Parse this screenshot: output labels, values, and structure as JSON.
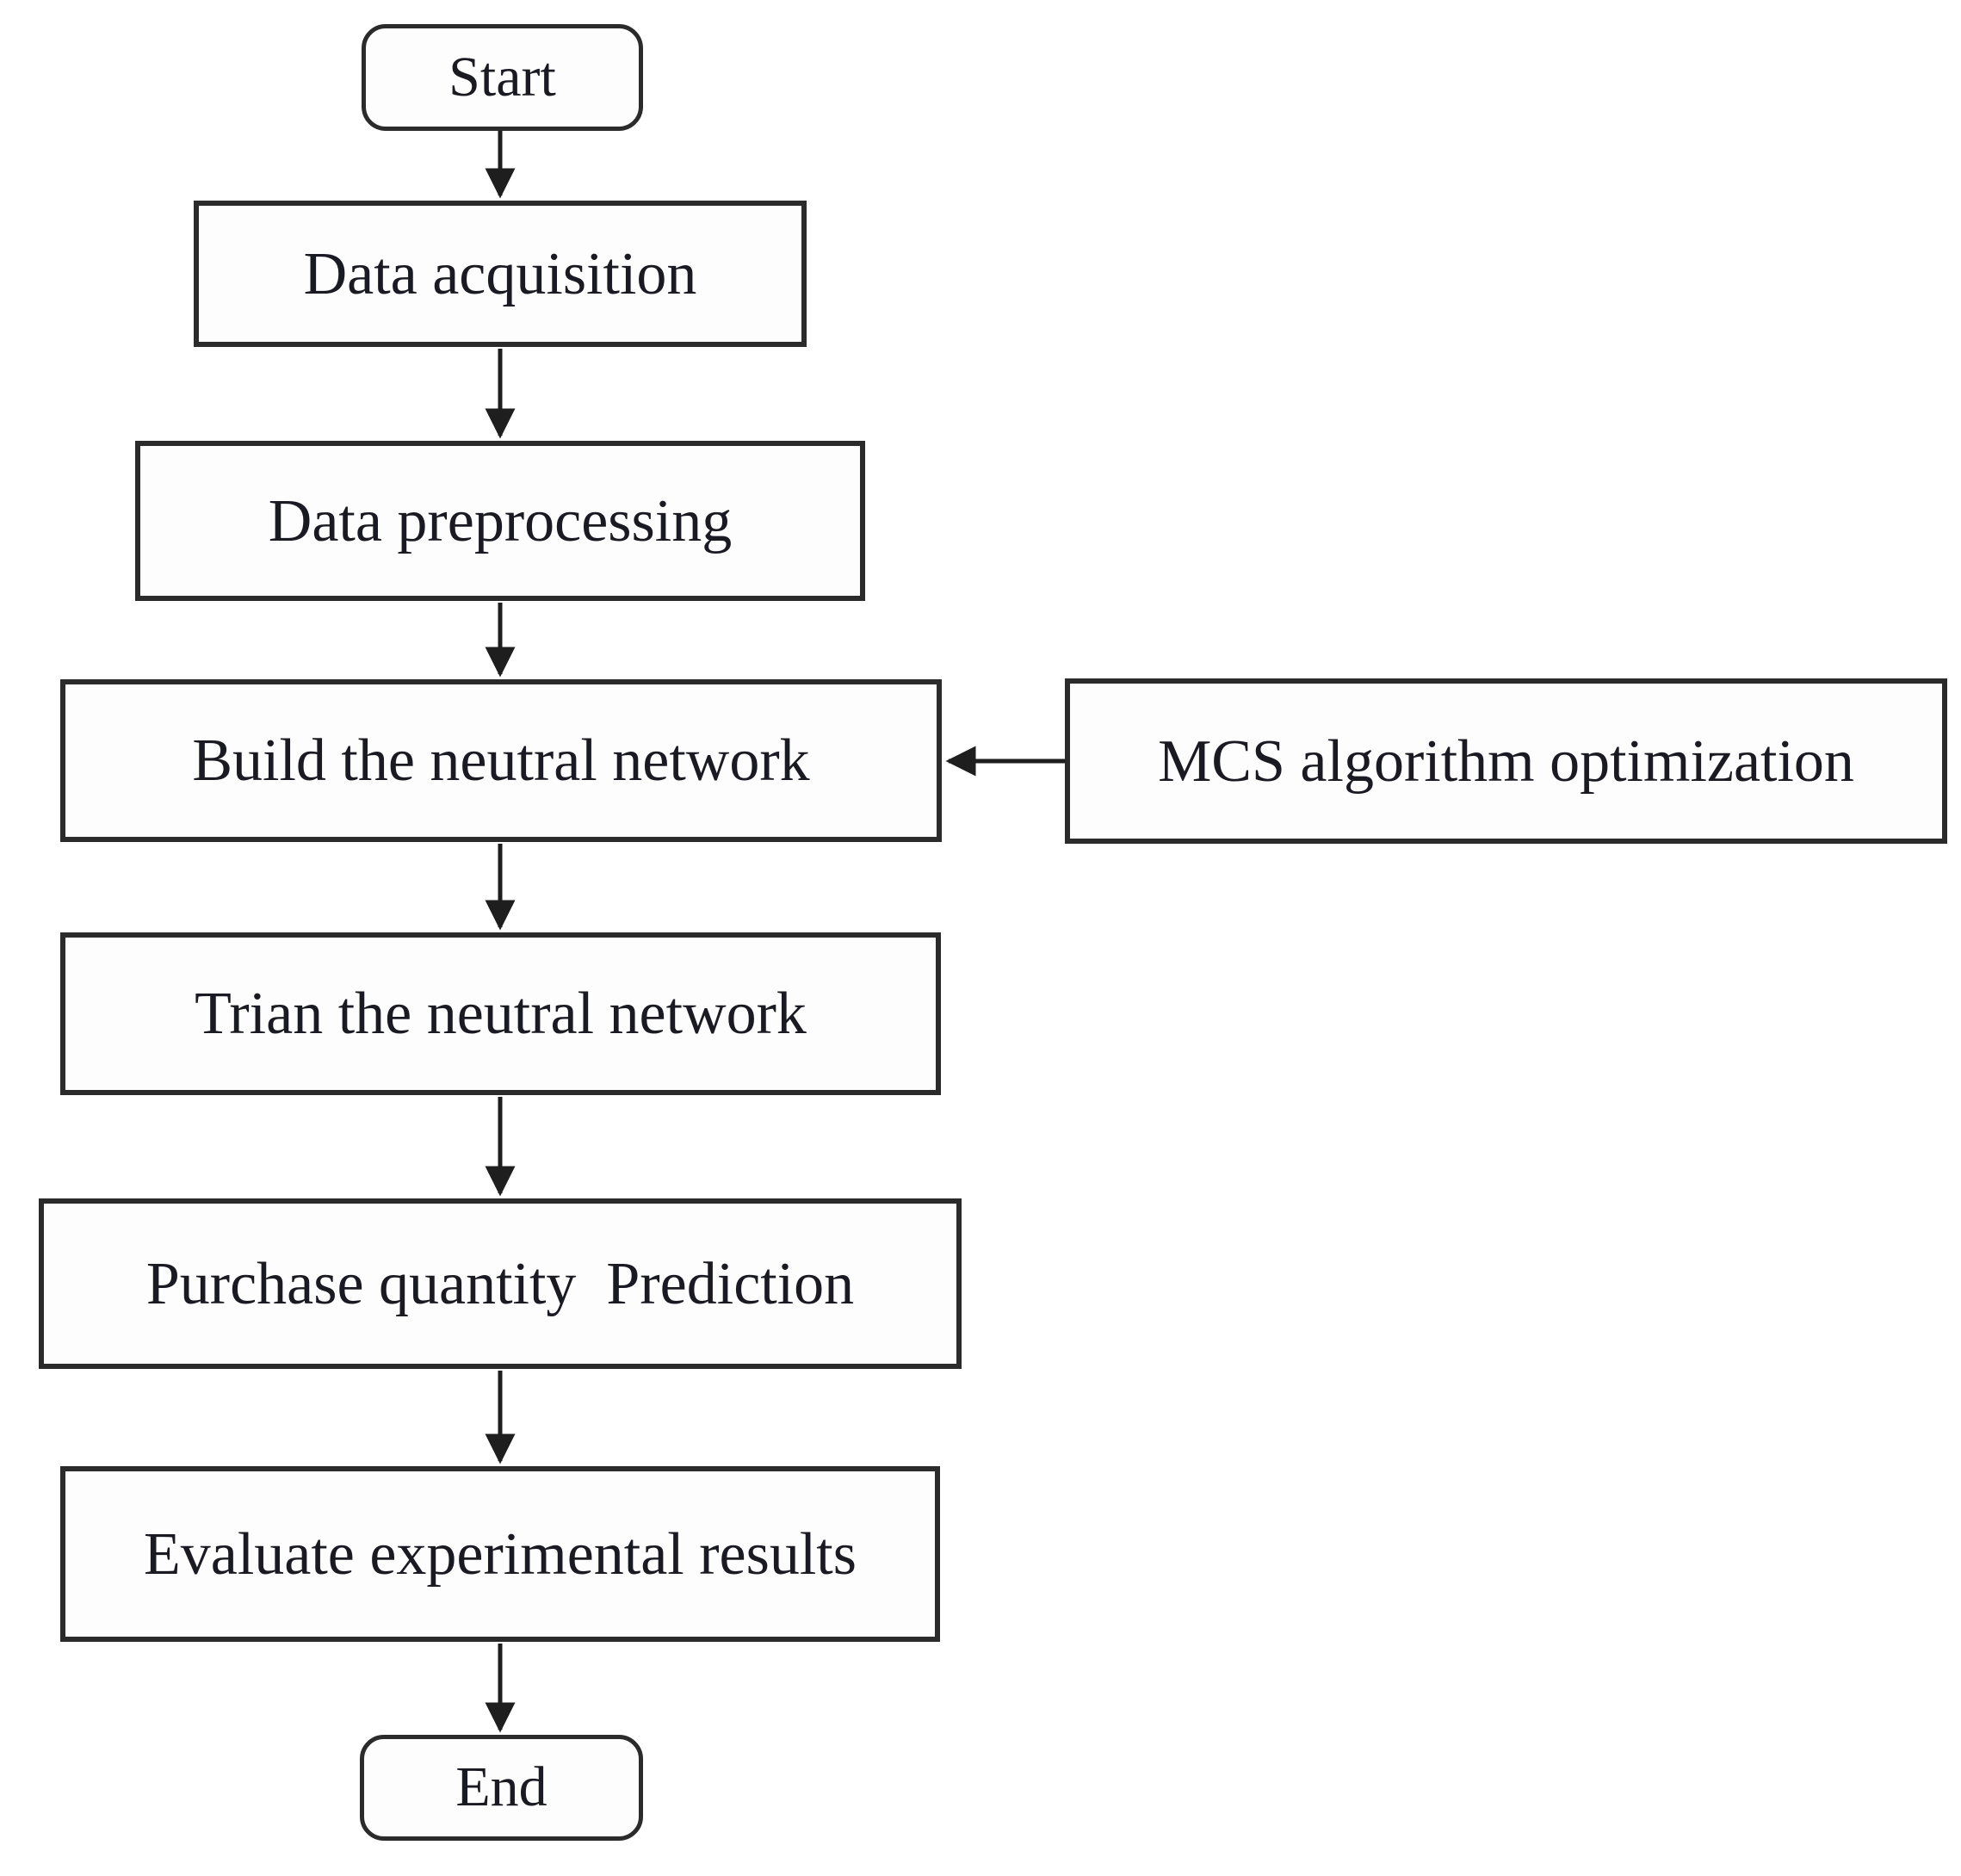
{
  "figure": {
    "type": "flowchart",
    "colors": {
      "stroke": "#2b2b2b",
      "text": "#1a1a22",
      "background": "#ffffff"
    }
  },
  "nodes": {
    "start": {
      "label": "Start",
      "shape": "rounded-terminal"
    },
    "data_acquisition": {
      "label": "Data acquisition",
      "shape": "process"
    },
    "data_preprocessing": {
      "label": "Data preprocessing",
      "shape": "process"
    },
    "build_network": {
      "label": "Build the neutral network",
      "shape": "process"
    },
    "mcs_optimization": {
      "label": "MCS algorithm optimization",
      "shape": "process"
    },
    "train_network": {
      "label": "Trian the neutral network",
      "shape": "process"
    },
    "purchase_prediction": {
      "label": "Purchase quantity  Prediction",
      "shape": "process"
    },
    "evaluate_results": {
      "label": "Evaluate experimental results",
      "shape": "process"
    },
    "end": {
      "label": "End",
      "shape": "rounded-terminal"
    }
  },
  "edges": [
    {
      "from": "start",
      "to": "data_acquisition",
      "direction": "down"
    },
    {
      "from": "data_acquisition",
      "to": "data_preprocessing",
      "direction": "down"
    },
    {
      "from": "data_preprocessing",
      "to": "build_network",
      "direction": "down"
    },
    {
      "from": "mcs_optimization",
      "to": "build_network",
      "direction": "left"
    },
    {
      "from": "build_network",
      "to": "train_network",
      "direction": "down"
    },
    {
      "from": "train_network",
      "to": "purchase_prediction",
      "direction": "down"
    },
    {
      "from": "purchase_prediction",
      "to": "evaluate_results",
      "direction": "down"
    },
    {
      "from": "evaluate_results",
      "to": "end",
      "direction": "down"
    }
  ]
}
